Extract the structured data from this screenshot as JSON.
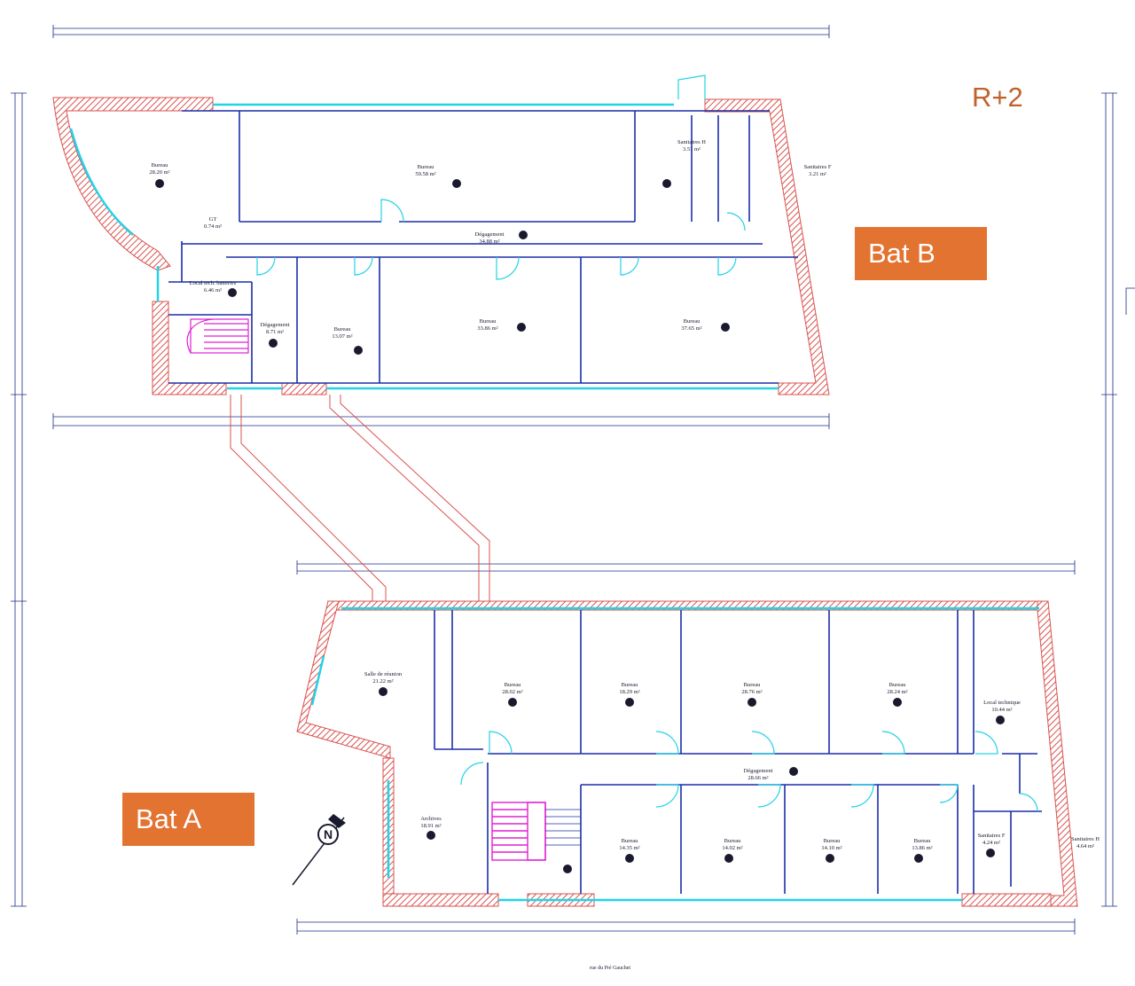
{
  "level_label": "R+2",
  "building_b": {
    "tag": "Bat B",
    "rooms": [
      {
        "name": "Bureau",
        "area": "28.20 m²"
      },
      {
        "name": "Bureau",
        "area": "59.58 m²"
      },
      {
        "name": "Sanitaires H",
        "area": "3.51 m²"
      },
      {
        "name": "Sanitaires F",
        "area": "3.21 m²"
      },
      {
        "name": "Dégagement",
        "area": "34.88 m²"
      },
      {
        "name": "GT",
        "area": "0.74 m²"
      },
      {
        "name": "Local tech. batteries",
        "area": "6.46 m²"
      },
      {
        "name": "Dégagement",
        "area": "8.71 m²"
      },
      {
        "name": "Bureau",
        "area": "13.07 m²"
      },
      {
        "name": "Bureau",
        "area": "33.86 m²"
      },
      {
        "name": "Bureau",
        "area": "37.65 m²"
      }
    ]
  },
  "building_a": {
    "tag": "Bat A",
    "rooms": [
      {
        "name": "Salle de réunion",
        "area": "21.22 m²"
      },
      {
        "name": "Bureau",
        "area": "28.02 m²"
      },
      {
        "name": "Bureau",
        "area": "18.29 m²"
      },
      {
        "name": "Bureau",
        "area": "28.76 m²"
      },
      {
        "name": "Bureau",
        "area": "28.24 m²"
      },
      {
        "name": "Local technique",
        "area": "10.44 m²"
      },
      {
        "name": "Dégagement",
        "area": "28.66 m²"
      },
      {
        "name": "Archives",
        "area": "18.91 m²"
      },
      {
        "name": "Bureau",
        "area": "14.35 m²"
      },
      {
        "name": "Bureau",
        "area": "14.02 m²"
      },
      {
        "name": "Bureau",
        "area": "14.10 m²"
      },
      {
        "name": "Bureau",
        "area": "13.86 m²"
      },
      {
        "name": "Sanitaires F",
        "area": "4.24 m²"
      },
      {
        "name": "Sanitaires H",
        "area": "4.64 m²"
      }
    ]
  },
  "compass_letter": "N",
  "street_label": "rue du Pré Gauchet",
  "colors": {
    "wall_hatch": "#d9534f",
    "partition": "#1b2fa8",
    "window": "#22d3e6",
    "stair": "#e020d0",
    "dimension": "#1a2b8a",
    "tag_bg": "#e27331",
    "level_text": "#c0612b"
  }
}
